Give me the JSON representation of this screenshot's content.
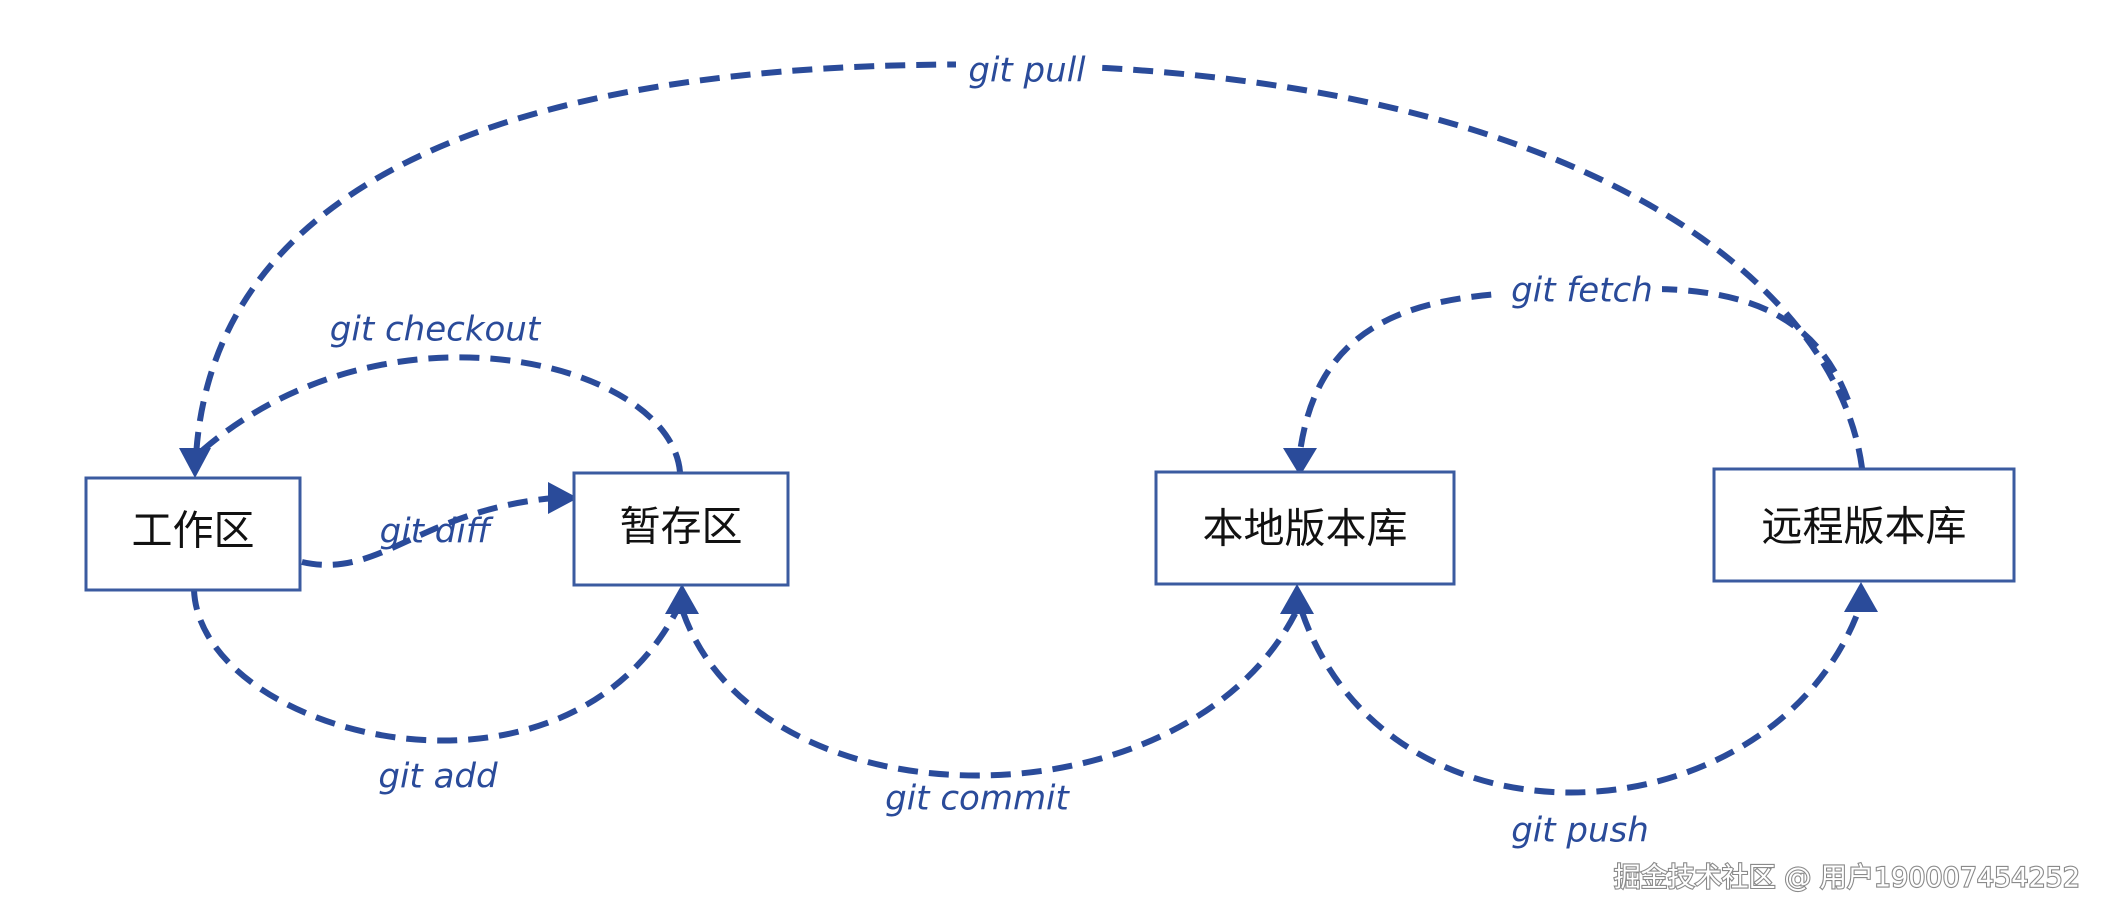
{
  "nodes": {
    "workspace": "工作区",
    "staging": "暂存区",
    "local_repo": "本地版本库",
    "remote_repo": "远程版本库"
  },
  "edges": {
    "pull": "git pull",
    "checkout": "git checkout",
    "diff": "git diff",
    "add": "git add",
    "commit": "git commit",
    "fetch": "git fetch",
    "push": "git push"
  },
  "watermark": "掘金技术社区 @ 用户190007454252",
  "colors": {
    "accent": "#2a4b9a",
    "box_border": "#3b5ba0"
  }
}
